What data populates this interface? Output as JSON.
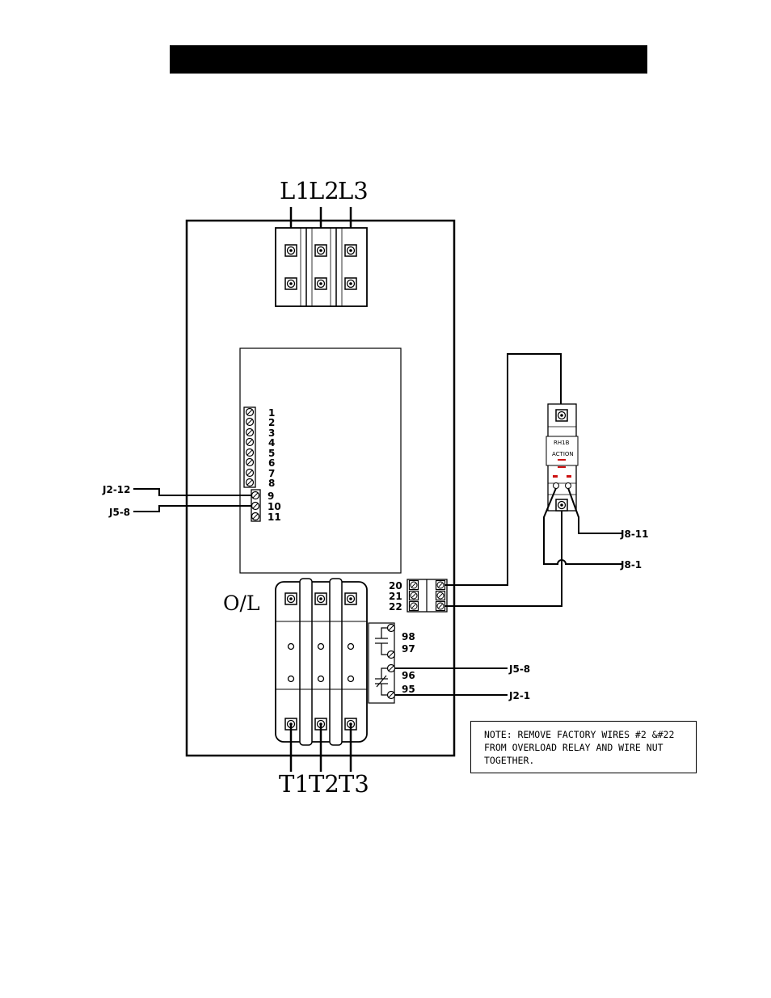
{
  "line_terminals": [
    "L1",
    "L2",
    "L3"
  ],
  "load_terminals": [
    "T1",
    "T2",
    "T3"
  ],
  "overload_label": "O/L",
  "board_terminals": [
    "1",
    "2",
    "3",
    "4",
    "5",
    "6",
    "7",
    "8",
    "9",
    "10",
    "11"
  ],
  "aux_terminals": [
    "20",
    "21",
    "22"
  ],
  "relay_contacts": [
    "98",
    "97",
    "96",
    "95"
  ],
  "wire_labels": {
    "j2_12": "J2-12",
    "j5_8_left": "J5-8",
    "j8_11": "J8-11",
    "j8_1": "J8-1",
    "j5_8_right": "J5-8",
    "j2_1": "J2-1"
  },
  "relay_markings": [
    "RH1B",
    "ACTION"
  ],
  "note": "NOTE: REMOVE FACTORY WIRES #2 &#22\nFROM OVERLOAD RELAY AND WIRE NUT\nTOGETHER."
}
